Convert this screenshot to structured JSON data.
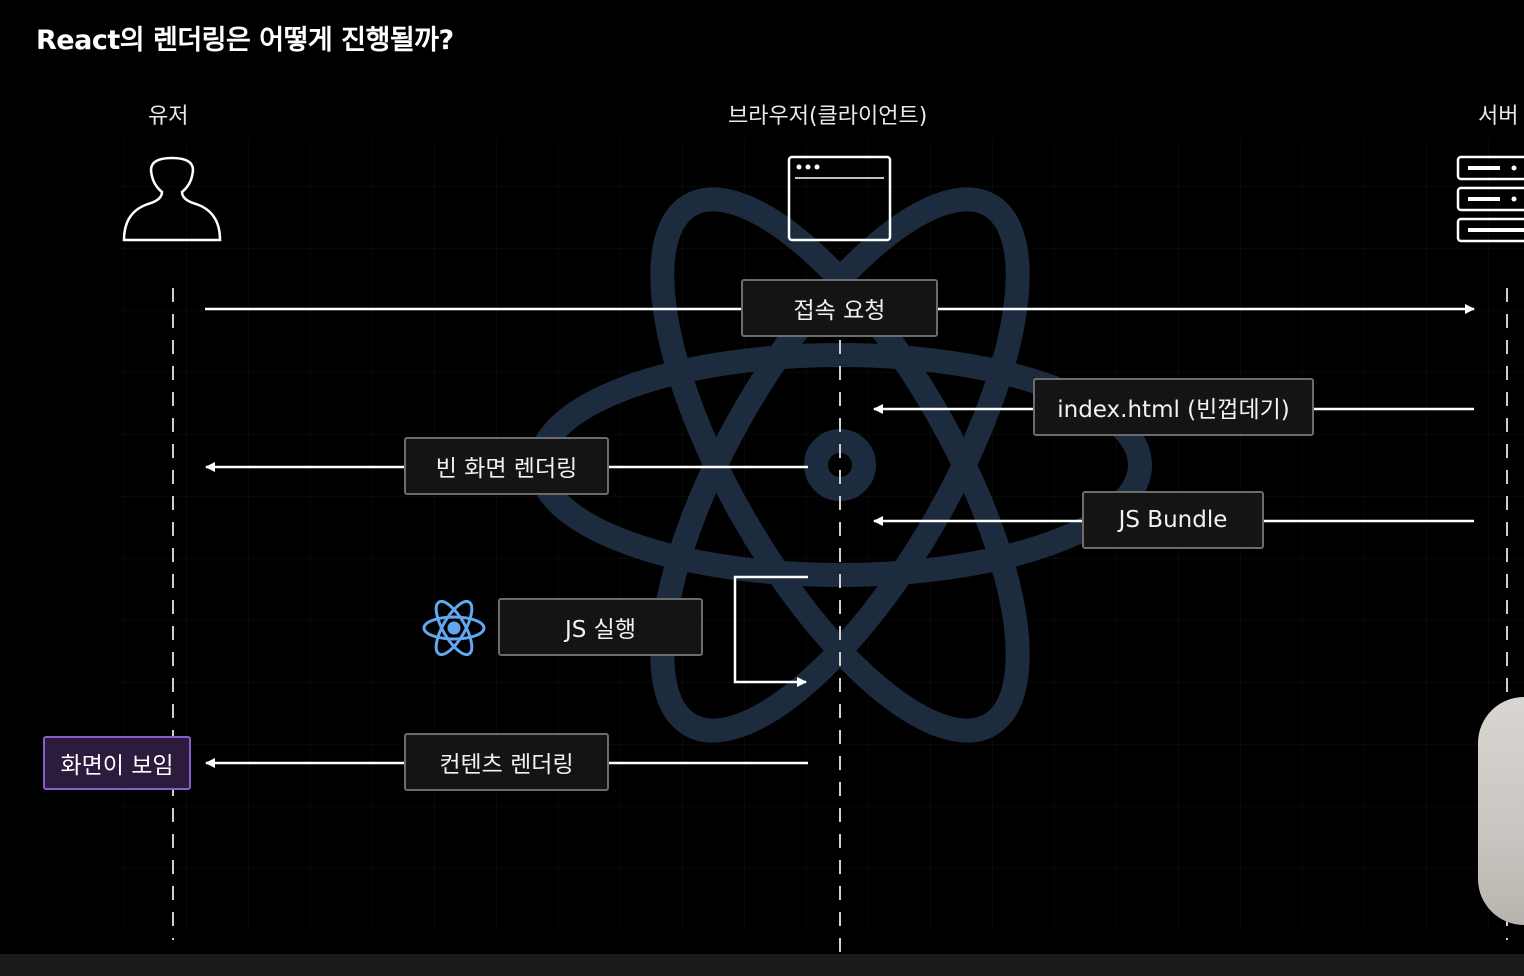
{
  "title": "React의 렌더링은 어떻게 진행될까?",
  "actors": {
    "user": "유저",
    "browser": "브라우저(클라이언트)",
    "server": "서버"
  },
  "messages": {
    "connect_request": "접속 요청",
    "index_html": "index.html (빈껍데기)",
    "empty_render": "빈 화면 렌더링",
    "js_bundle": "JS Bundle",
    "js_execute": "JS 실행",
    "content_render": "컨텐츠 렌더링"
  },
  "result": "화면이 보임",
  "colors": {
    "background": "#000000",
    "line": "#ffffff",
    "box_border": "#6c6c6c",
    "highlight_border": "#8a5cc9",
    "react_accent": "#61dafb",
    "watermark": "#1c2b3d"
  }
}
